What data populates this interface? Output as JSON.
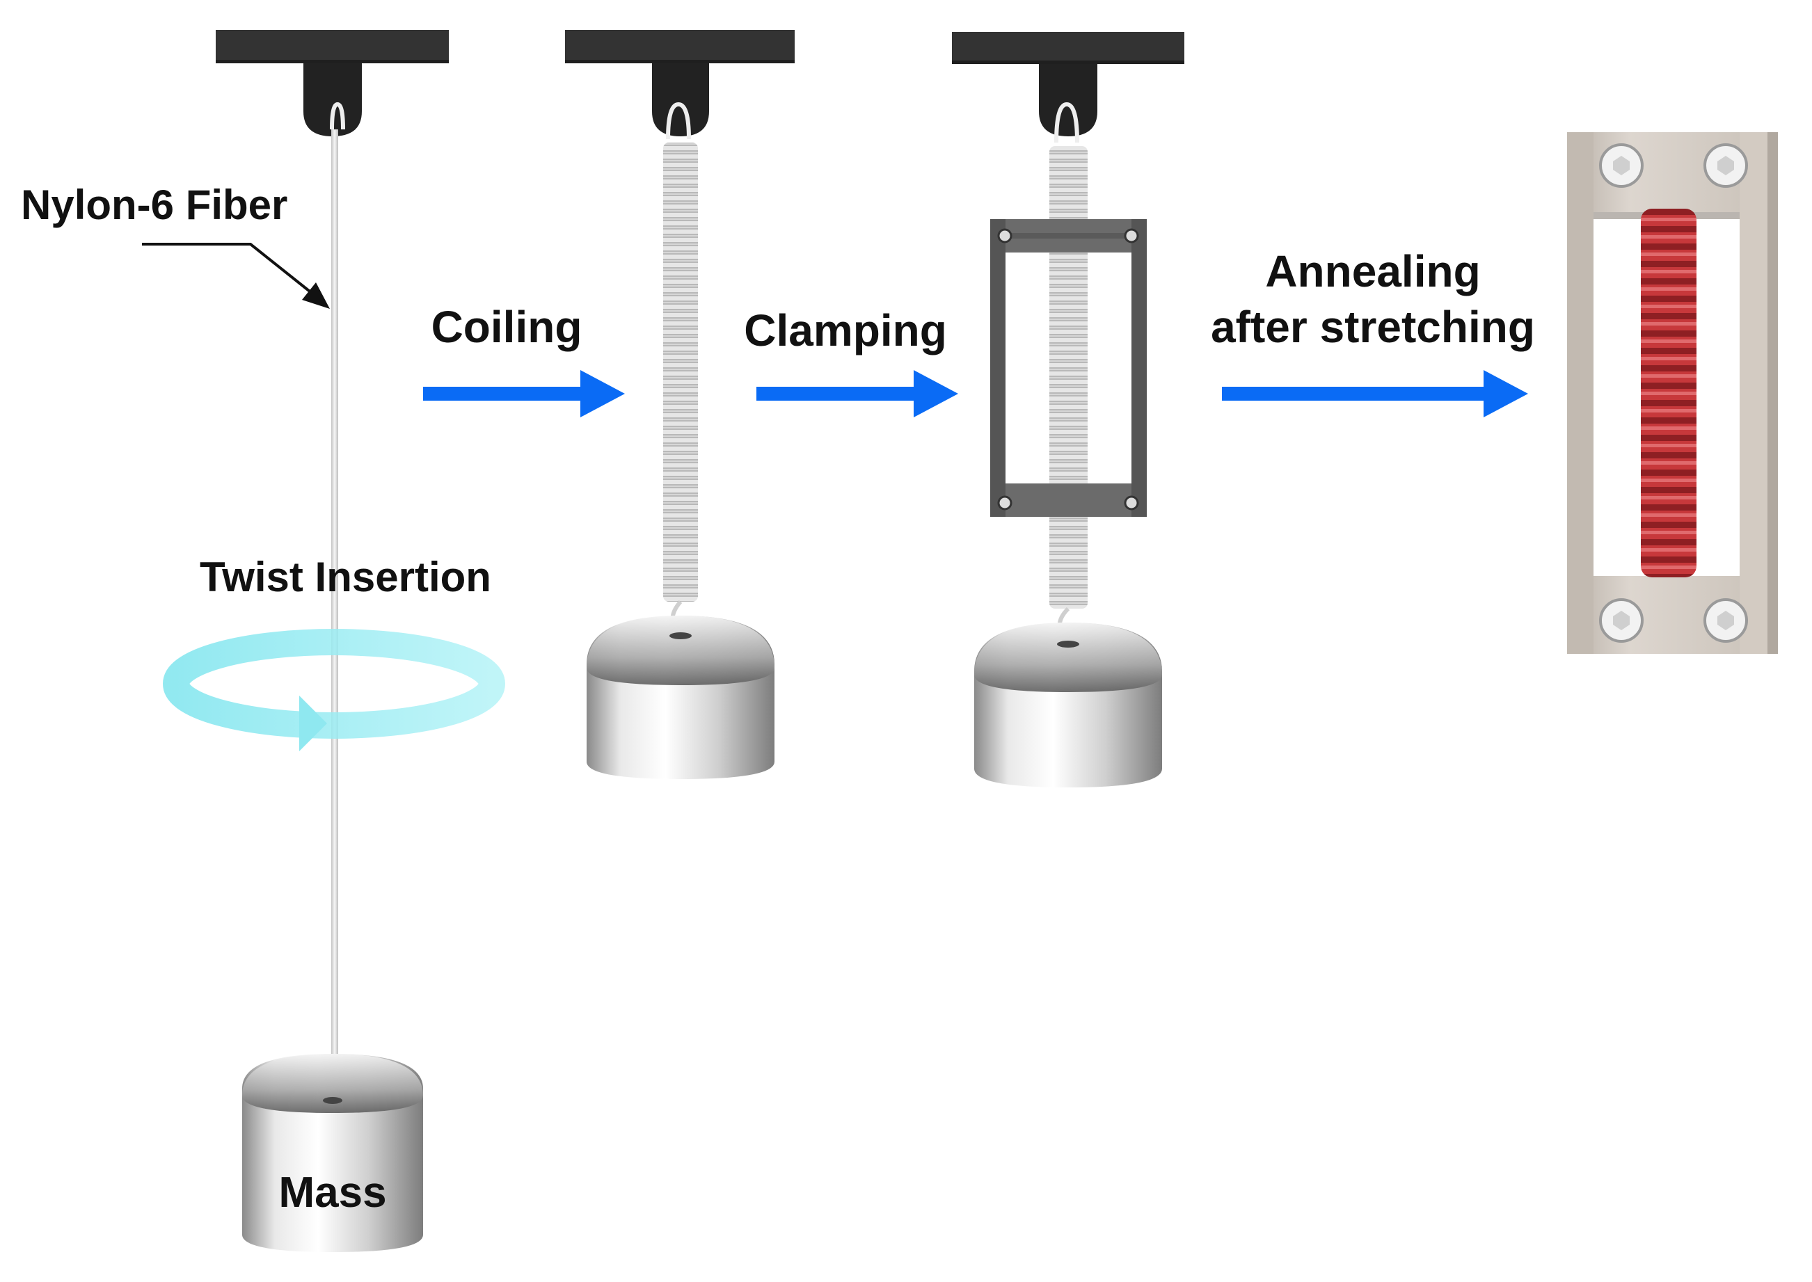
{
  "labels": {
    "fiber": "Nylon-6 Fiber",
    "twist": "Twist Insertion",
    "mass": "Mass",
    "coiling": "Coiling",
    "clamping": "Clamping",
    "annealing_line1": "Annealing",
    "annealing_line2": "after stretching"
  },
  "colors": {
    "process_arrow": "#0a6bf5",
    "twist_ring": "#8fe8f0",
    "annealed_coil": "#c7383b",
    "coil": "#d2d2d2",
    "mount": "#333333",
    "clamp_frame": "#6b6b6b",
    "fixture": "#d5cdc4"
  },
  "icons": {
    "fiber_pointer": "arrow-down-right-icon",
    "twist": "rotation-ring-icon",
    "process_step": "arrow-right-icon",
    "mass": "weight-icon"
  }
}
